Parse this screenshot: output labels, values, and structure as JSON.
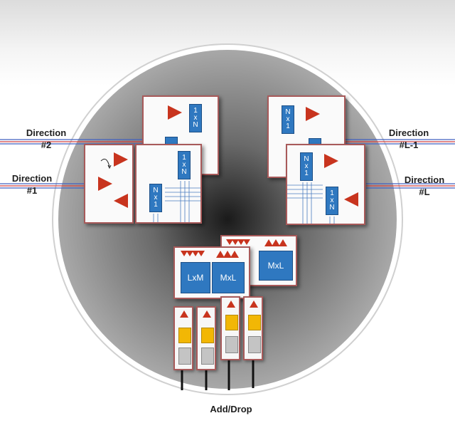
{
  "labels": {
    "direction_2": [
      "Direction",
      "#2"
    ],
    "direction_1": [
      "Direction",
      "#1"
    ],
    "direction_l1": [
      "Direction",
      "#L-1"
    ],
    "direction_l": [
      "Direction",
      "#L"
    ],
    "add_drop": "Add/Drop"
  },
  "switches": {
    "one_by_n": [
      "1",
      "x",
      "N"
    ],
    "n_by_one": [
      "N",
      "x",
      "1"
    ],
    "lxm": "LxM",
    "mxl": "MxL"
  },
  "colors": {
    "arrow": "#c8341e",
    "switch_fill": "#2f78c0",
    "card_border": "#a85a5a",
    "amplifier": "#f2b705",
    "fiber_red": "#d04040",
    "fiber_blue": "#4060c0"
  }
}
